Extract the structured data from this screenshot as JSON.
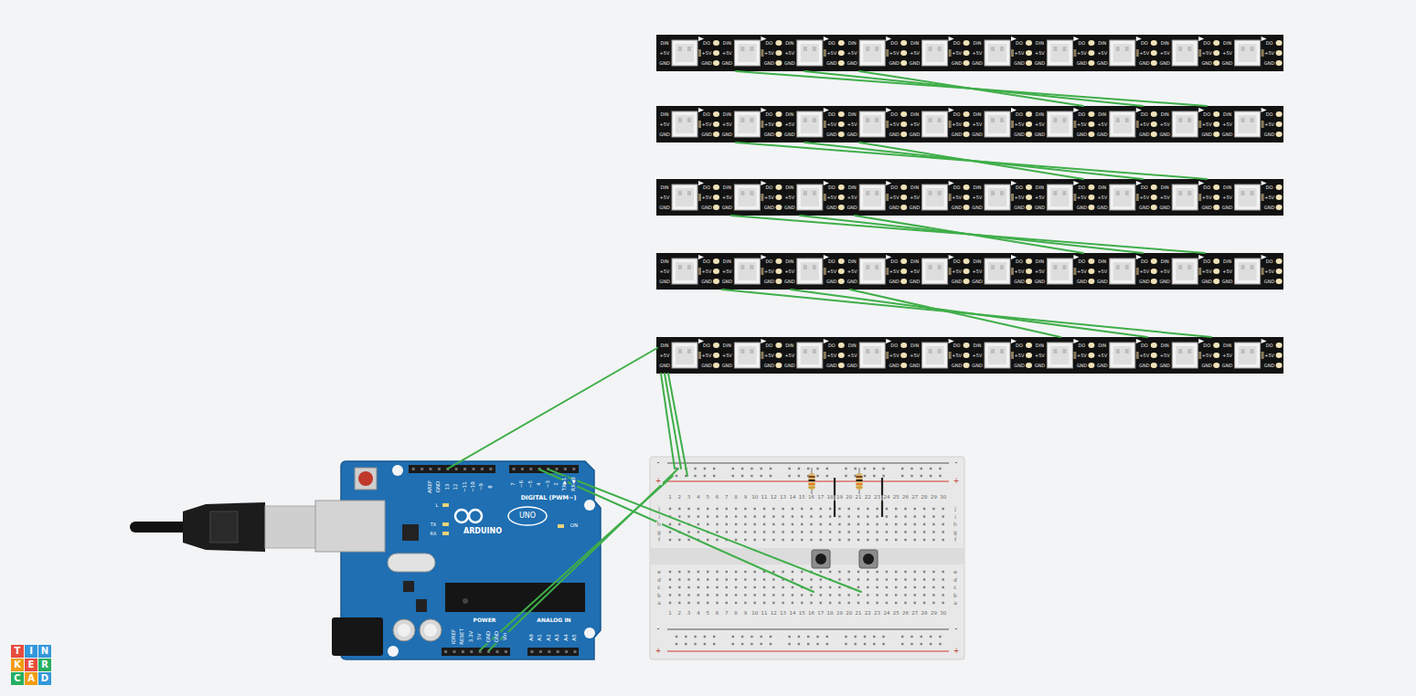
{
  "diagram": {
    "labels": [
      "DIN",
      "+5V",
      "GND",
      "DO",
      "+5V",
      "GND",
      "DIN",
      "+5V",
      "GND",
      "DO",
      "+5V",
      "GND",
      "DIN",
      "+5V",
      "GND",
      "DO",
      "+5V",
      "GND",
      "DIN",
      "+5V",
      "GND",
      "DO",
      "+5V",
      "GND",
      "DIN",
      "+5V",
      "GND",
      "DO",
      "+5V",
      "GND",
      "DIN",
      "+5V",
      "GND",
      "DO",
      "+5V",
      "GND",
      "DIN",
      "+5V",
      "GND",
      "DO",
      "+5V",
      "GND",
      "DIN",
      "+5V",
      "GND",
      "DO",
      "+5V",
      "GND",
      "DIN",
      "+5V",
      "GND",
      "DO",
      "+5V",
      "GND",
      "DIN",
      "+5V",
      "GND",
      "DO",
      "+5V",
      "GND",
      "DIN",
      "+5V",
      "GND",
      "DO",
      "+5V",
      "GND",
      "DIN",
      "+5V",
      "GND",
      "DO",
      "+5V",
      "GND",
      "DIN",
      "+5V",
      "GND",
      "DO",
      "+5V",
      "GND",
      "DIN",
      "+5V",
      "GND",
      "DO",
      "+5V",
      "GND",
      "DIN",
      "+5V",
      "GND",
      "DO",
      "+5V",
      "GND",
      "DIN",
      "+5V",
      "GND",
      "DO",
      "+5V",
      "GND",
      "DIN",
      "+5V",
      "GND",
      "DO",
      "+5V",
      "GND",
      "DIN",
      "+5V",
      "GND",
      "DO",
      "+5V",
      "GND",
      "DIN",
      "+5V",
      "GND",
      "DO",
      "+5V",
      "GND",
      "DIN",
      "+5V",
      "GND",
      "DO",
      "+5V",
      "GND",
      "DIN",
      "+5V",
      "GND",
      "DO",
      "+5V",
      "GND",
      "DIN",
      "+5V",
      "GND",
      "DO",
      "+5V",
      "GND",
      "DIN",
      "+5V",
      "GND",
      "DO",
      "+5V",
      "GND",
      "DIN",
      "+5V",
      "GND",
      "DO",
      "+5V",
      "GND",
      "DIN",
      "+5V",
      "GND",
      "DO",
      "+5V",
      "GND",
      "DIN",
      "+5V",
      "GND",
      "DO",
      "+5V",
      "GND",
      "DIN",
      "+5V",
      "GND",
      "DO",
      "+5V",
      "GND",
      "DIN",
      "+5V",
      "GND",
      "DO",
      "+5V",
      "GND",
      "DIN",
      "+5V",
      "GND",
      "DO",
      "+5V",
      "GND",
      "DIN",
      "+5V",
      "GND",
      "DO",
      "+5V",
      "GND",
      "DIN",
      "+5V",
      "GND",
      "DO",
      "+5V",
      "GND",
      "DIN",
      "+5V",
      "GND",
      "DO",
      "+5V",
      "GND",
      "DIN",
      "+5V",
      "GND",
      "DO",
      "+5V",
      "GND",
      "DIN",
      "+5V",
      "GND",
      "DO",
      "+5V",
      "GND",
      "DIN",
      "+5V",
      "GND",
      "DO",
      "+5V",
      "GND",
      "DIN",
      "+5V",
      "GND",
      "DO",
      "+5V",
      "GND",
      "DIN",
      "+5V",
      "GND",
      "DO",
      "+5V",
      "GND",
      "DIN",
      "+5V",
      "GND",
      "DO",
      "+5V",
      "GND",
      "DIN",
      "+5V",
      "GND",
      "DO",
      "+5V",
      "GND",
      "DIN",
      "+5V",
      "GND",
      "DO",
      "+5V",
      "GND",
      "DIN",
      "+5V",
      "GND",
      "DO",
      "+5V",
      "GND",
      "DIN",
      "+5V",
      "GND",
      "DO",
      "+5V",
      "GND",
      "DIN",
      "+5V",
      "GND",
      "DO",
      "+5V",
      "GND",
      "DIN",
      "+5V",
      "GND",
      "DO",
      "+5V",
      "GND",
      "DIN",
      "+5V",
      "GND",
      "DO",
      "+5V",
      "GND",
      "DIN",
      "+5V",
      "GND",
      "DO",
      "+5V",
      "GND",
      "DIN",
      "+5V",
      "GND",
      "DO",
      "+5V",
      "GND",
      "DIN",
      "+5V",
      "GND",
      "DO",
      "+5V",
      "GND",
      "DIN",
      "+5V",
      "GND",
      "DO",
      "+5V",
      "GND",
      "DIN",
      "+5V",
      "GND",
      "DO",
      "+5V",
      "GND",
      "AREF",
      "GND",
      "13",
      "12",
      "~11",
      "~10",
      "~9",
      "8",
      "7",
      "~6",
      "~5",
      "4",
      "~3",
      "2",
      "TX▶1",
      "RX◀0",
      "DIGITAL (PWM~)",
      "L",
      "TX",
      "RX",
      "ARDUINO",
      "UNO",
      "ON",
      "IOREF",
      "RESET",
      "3.3V",
      "5V",
      "GND",
      "GND",
      "Vin",
      "POWER",
      "A0",
      "A1",
      "A2",
      "A3",
      "A4",
      "A5",
      "ANALOG IN",
      "1",
      "2",
      "3",
      "4",
      "5",
      "6",
      "7",
      "8",
      "9",
      "10",
      "11",
      "12",
      "13",
      "14",
      "15",
      "16",
      "17",
      "18",
      "19",
      "20",
      "21",
      "22",
      "23",
      "24",
      "25",
      "26",
      "27",
      "28",
      "29",
      "30",
      "j",
      "i",
      "h",
      "g",
      "f",
      "j",
      "i",
      "h",
      "g",
      "f",
      "e",
      "d",
      "c",
      "b",
      "a",
      "e",
      "d",
      "c",
      "b",
      "a",
      "1",
      "2",
      "3",
      "4",
      "5",
      "6",
      "7",
      "8",
      "9",
      "10",
      "11",
      "12",
      "13",
      "14",
      "15",
      "16",
      "17",
      "18",
      "19",
      "20",
      "21",
      "22",
      "23",
      "24",
      "25",
      "26",
      "27",
      "28",
      "29",
      "30",
      "-",
      "-",
      "+",
      "+",
      "-",
      "-",
      "+",
      "+",
      "T",
      "I",
      "N",
      "K",
      "E",
      "R",
      "C",
      "A",
      "D"
    ]
  }
}
